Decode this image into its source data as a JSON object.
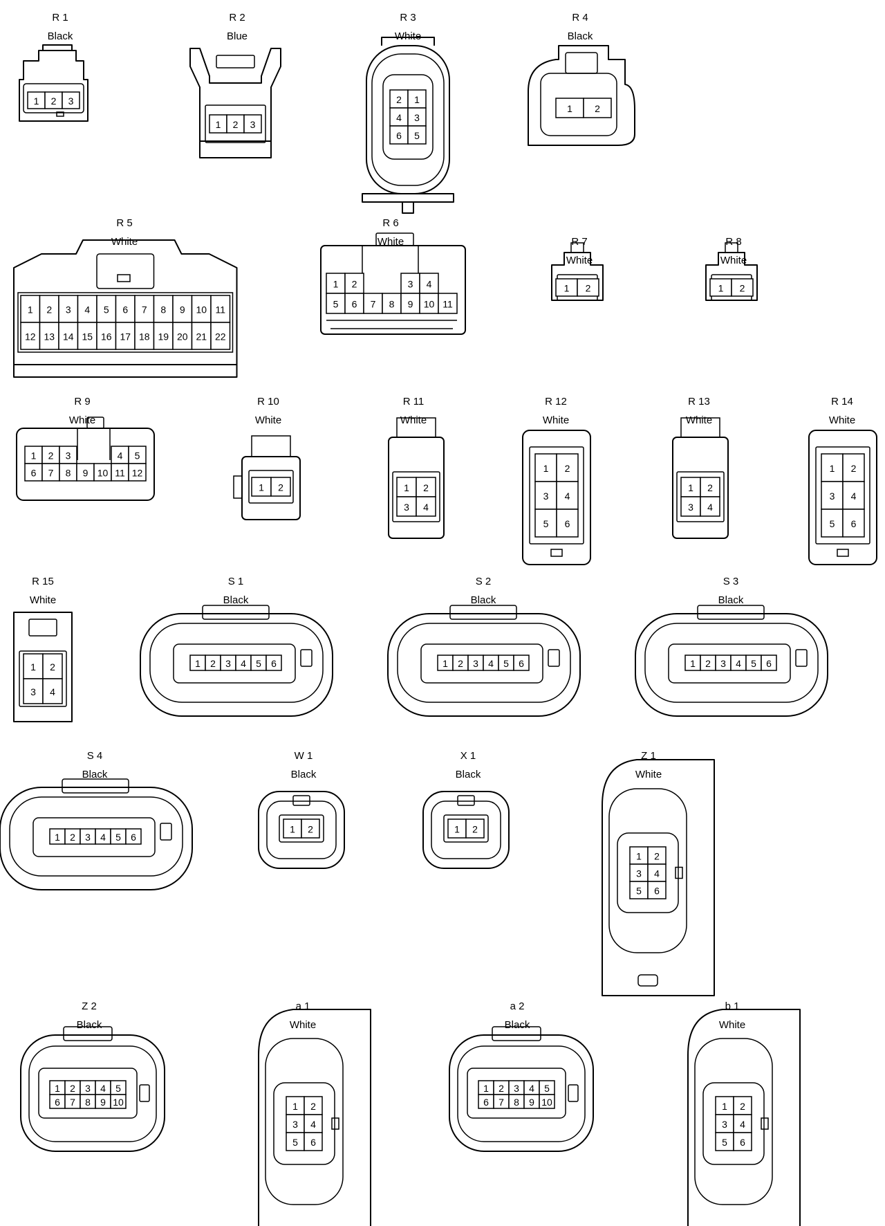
{
  "connectors": [
    {
      "id": "R 1",
      "color": "Black",
      "pins": [
        [
          "1",
          "2",
          "3"
        ]
      ]
    },
    {
      "id": "R 2",
      "color": "Blue",
      "pins": [
        [
          "1",
          "2",
          "3"
        ]
      ]
    },
    {
      "id": "R 3",
      "color": "White",
      "pins": [
        [
          "2",
          "1"
        ],
        [
          "4",
          "3"
        ],
        [
          "6",
          "5"
        ]
      ]
    },
    {
      "id": "R 4",
      "color": "Black",
      "pins": [
        [
          "1",
          "2"
        ]
      ]
    },
    {
      "id": "R 5",
      "color": "White",
      "pins": [
        [
          "1",
          "2",
          "3",
          "4",
          "5",
          "6",
          "7",
          "8",
          "9",
          "10",
          "11"
        ],
        [
          "12",
          "13",
          "14",
          "15",
          "16",
          "17",
          "18",
          "19",
          "20",
          "21",
          "22"
        ]
      ]
    },
    {
      "id": "R 6",
      "color": "White",
      "pins": [
        [
          "1",
          "2",
          "",
          "",
          "3",
          "4"
        ],
        [
          "5",
          "6",
          "7",
          "8",
          "9",
          "10",
          "11"
        ]
      ]
    },
    {
      "id": "R 7",
      "color": "White",
      "pins": [
        [
          "1",
          "2"
        ]
      ]
    },
    {
      "id": "R 8",
      "color": "White",
      "pins": [
        [
          "1",
          "2"
        ]
      ]
    },
    {
      "id": "R 9",
      "color": "White",
      "pins": [
        [
          "1",
          "2",
          "3",
          "",
          "",
          "4",
          "5"
        ],
        [
          "6",
          "7",
          "8",
          "9",
          "10",
          "11",
          "12"
        ]
      ]
    },
    {
      "id": "R 10",
      "color": "White",
      "pins": [
        [
          "1",
          "2"
        ]
      ]
    },
    {
      "id": "R 11",
      "color": "White",
      "pins": [
        [
          "1",
          "2"
        ],
        [
          "3",
          "4"
        ]
      ]
    },
    {
      "id": "R 12",
      "color": "White",
      "pins": [
        [
          "1",
          "2"
        ],
        [
          "3",
          "4"
        ],
        [
          "5",
          "6"
        ]
      ]
    },
    {
      "id": "R 13",
      "color": "White",
      "pins": [
        [
          "1",
          "2"
        ],
        [
          "3",
          "4"
        ]
      ]
    },
    {
      "id": "R 14",
      "color": "White",
      "pins": [
        [
          "1",
          "2"
        ],
        [
          "3",
          "4"
        ],
        [
          "5",
          "6"
        ]
      ]
    },
    {
      "id": "R 15",
      "color": "White",
      "pins": [
        [
          "1",
          "2"
        ],
        [
          "3",
          "4"
        ]
      ]
    },
    {
      "id": "S 1",
      "color": "Black",
      "pins": [
        [
          "1",
          "2",
          "3",
          "4",
          "5",
          "6"
        ]
      ]
    },
    {
      "id": "S 2",
      "color": "Black",
      "pins": [
        [
          "1",
          "2",
          "3",
          "4",
          "5",
          "6"
        ]
      ]
    },
    {
      "id": "S 3",
      "color": "Black",
      "pins": [
        [
          "1",
          "2",
          "3",
          "4",
          "5",
          "6"
        ]
      ]
    },
    {
      "id": "S 4",
      "color": "Black",
      "pins": [
        [
          "1",
          "2",
          "3",
          "4",
          "5",
          "6"
        ]
      ]
    },
    {
      "id": "W 1",
      "color": "Black",
      "pins": [
        [
          "1",
          "2"
        ]
      ]
    },
    {
      "id": "X 1",
      "color": "Black",
      "pins": [
        [
          "1",
          "2"
        ]
      ]
    },
    {
      "id": "Z 1",
      "color": "White",
      "pins": [
        [
          "1",
          "2"
        ],
        [
          "3",
          "4"
        ],
        [
          "5",
          "6"
        ]
      ]
    },
    {
      "id": "Z 2",
      "color": "Black",
      "pins": [
        [
          "1",
          "2",
          "3",
          "4",
          "5"
        ],
        [
          "6",
          "7",
          "8",
          "9",
          "10"
        ]
      ]
    },
    {
      "id": "a 1",
      "color": "White",
      "pins": [
        [
          "1",
          "2"
        ],
        [
          "3",
          "4"
        ],
        [
          "5",
          "6"
        ]
      ]
    },
    {
      "id": "a 2",
      "color": "Black",
      "pins": [
        [
          "1",
          "2",
          "3",
          "4",
          "5"
        ],
        [
          "6",
          "7",
          "8",
          "9",
          "10"
        ]
      ]
    },
    {
      "id": "b 1",
      "color": "White",
      "pins": [
        [
          "1",
          "2"
        ],
        [
          "3",
          "4"
        ],
        [
          "5",
          "6"
        ]
      ]
    }
  ]
}
